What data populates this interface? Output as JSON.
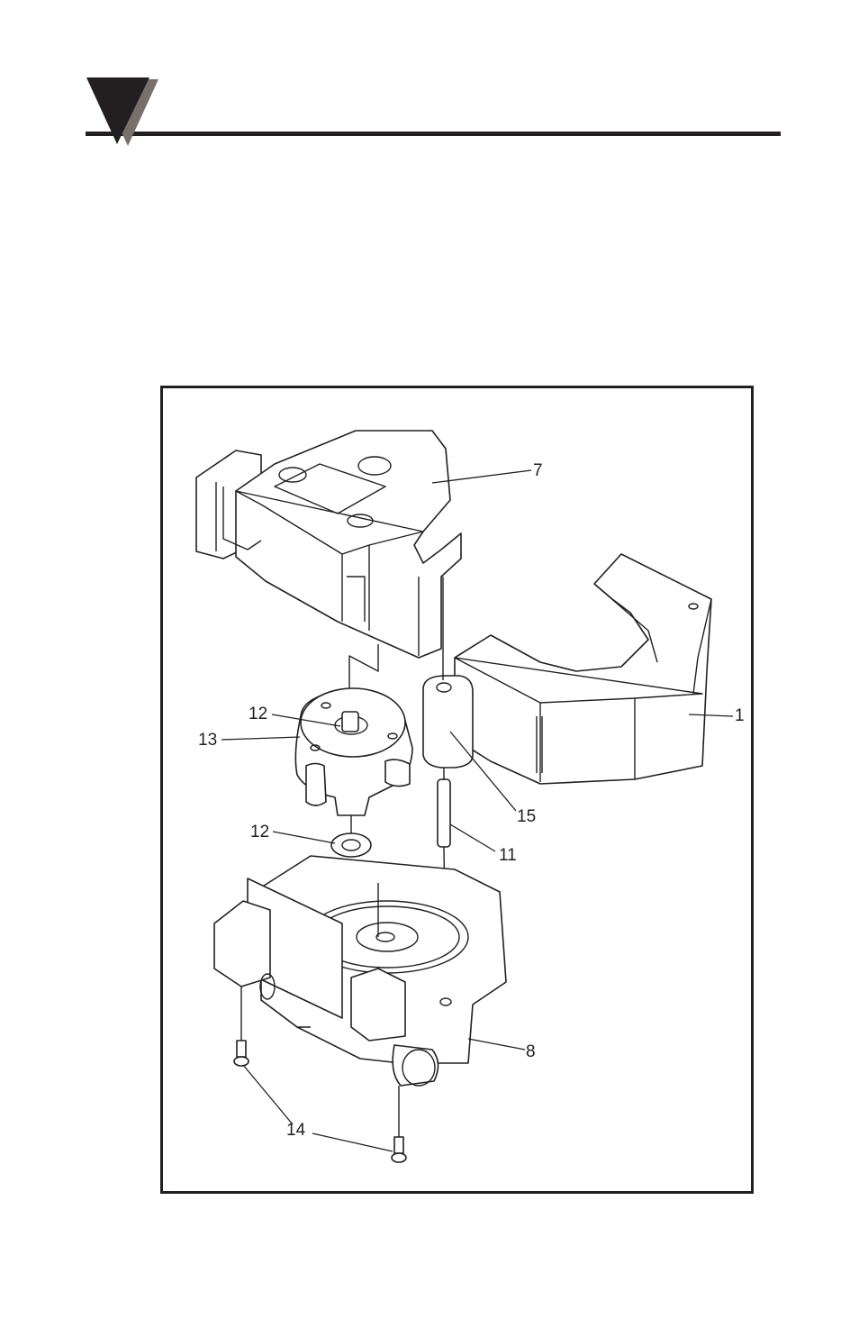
{
  "header": {
    "logo_icon": "triangle-logo-icon",
    "colors": {
      "primary": "#231f20",
      "shadow": "#77706b"
    }
  },
  "figure": {
    "callouts": {
      "part_7": "7",
      "part_1": "1",
      "part_12_top": "12",
      "part_13": "13",
      "part_15": "15",
      "part_12_bottom": "12",
      "part_11": "11",
      "part_8": "8",
      "part_14": "14"
    }
  }
}
